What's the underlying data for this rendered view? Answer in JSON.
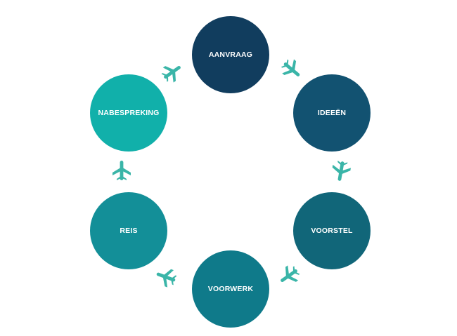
{
  "accent_plane_color": "#3ab5a8",
  "steps": [
    {
      "label": "AANVRAAG",
      "color": "#113d5e"
    },
    {
      "label": "IDEEËN",
      "color": "#125271"
    },
    {
      "label": "VOORSTEL",
      "color": "#116679"
    },
    {
      "label": "VOORWERK",
      "color": "#0f7a8a"
    },
    {
      "label": "REIS",
      "color": "#138f98"
    },
    {
      "label": "NABESPREKING",
      "color": "#11b0aa"
    }
  ],
  "arrows": [
    {
      "from": "AANVRAAG",
      "to": "IDEEËN",
      "icon": "airplane-icon"
    },
    {
      "from": "IDEEËN",
      "to": "VOORSTEL",
      "icon": "airplane-icon"
    },
    {
      "from": "VOORSTEL",
      "to": "VOORWERK",
      "icon": "airplane-icon"
    },
    {
      "from": "VOORWERK",
      "to": "REIS",
      "icon": "airplane-icon"
    },
    {
      "from": "REIS",
      "to": "NABESPREKING",
      "icon": "airplane-icon"
    },
    {
      "from": "NABESPREKING",
      "to": "AANVRAAG",
      "icon": "airplane-icon"
    }
  ]
}
